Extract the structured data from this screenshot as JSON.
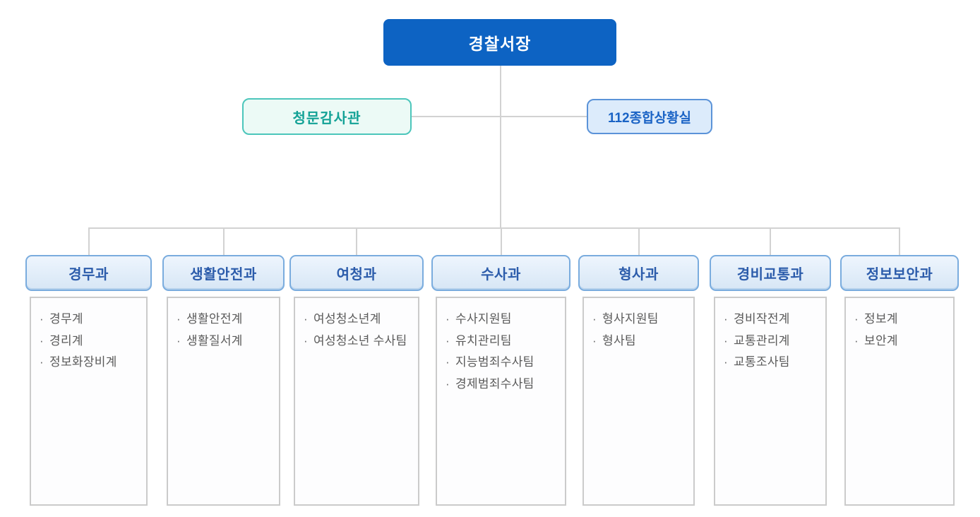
{
  "org_chart": {
    "root": {
      "label": "경찰서장"
    },
    "staff": [
      {
        "id": "audit",
        "label": "청문감사관"
      },
      {
        "id": "situation-room",
        "label": "112종합상황실"
      }
    ],
    "departments": [
      {
        "label": "경무과",
        "units": [
          "경무계",
          "경리계",
          "정보화장비계"
        ]
      },
      {
        "label": "생활안전과",
        "units": [
          "생활안전계",
          "생활질서계"
        ]
      },
      {
        "label": "여청과",
        "units": [
          "여성청소년계",
          "여성청소년 수사팀"
        ]
      },
      {
        "label": "수사과",
        "units": [
          "수사지원팀",
          "유치관리팀",
          "지능범죄수사팀",
          "경제범죄수사팀"
        ]
      },
      {
        "label": "형사과",
        "units": [
          "형사지원팀",
          "형사팀"
        ]
      },
      {
        "label": "경비교통과",
        "units": [
          "경비작전계",
          "교통관리계",
          "교통조사팀"
        ]
      },
      {
        "label": "정보보안과",
        "units": [
          "정보계",
          "보안계"
        ]
      }
    ],
    "bullet_char": "·"
  },
  "colors": {
    "root_box_bg": "#0d63c3",
    "root_box_text": "#ffffff",
    "audit_border": "#4cc6bb",
    "audit_bg": "#ecfaf6",
    "audit_text": "#13a296",
    "situation_border": "#5b93d8",
    "situation_bg": "#dcebfb",
    "situation_text": "#1a63c5",
    "dept_header_border": "#7aacde",
    "dept_header_bg": "#e1edf9",
    "dept_header_text": "#2c5cab",
    "list_border": "#cbcbcb",
    "list_text": "#5a5a5a",
    "connector_line": "#d2d2d2"
  }
}
